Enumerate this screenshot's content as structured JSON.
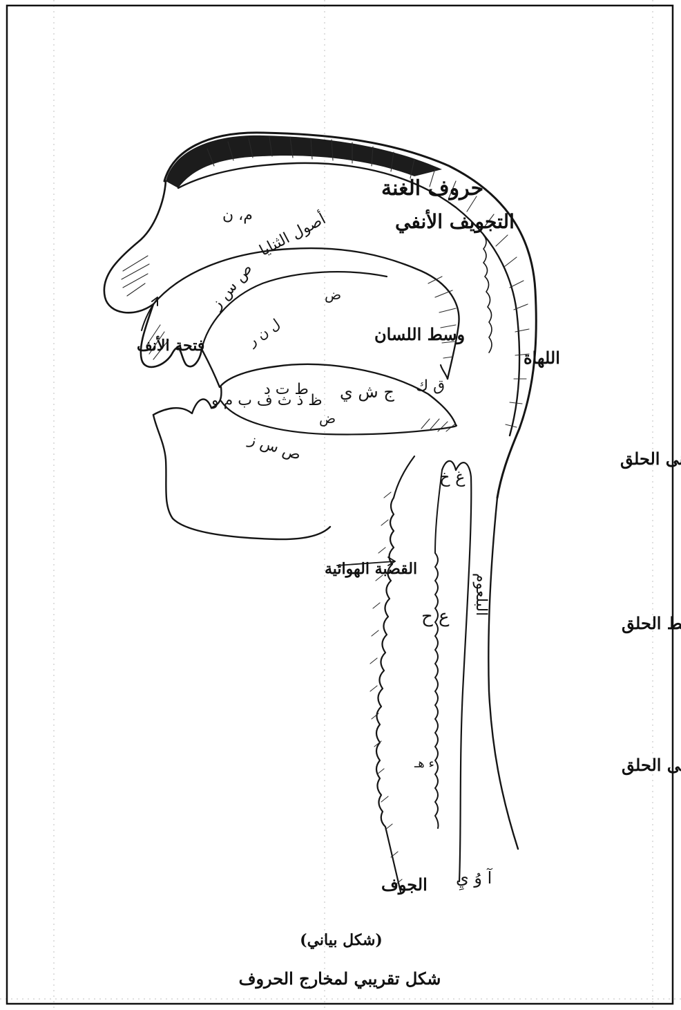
{
  "labels": {
    "ghunna_letters": "حروف الغنة",
    "nasal_cavity": "التجويف الأنفي",
    "mim_nun": "م، ن",
    "nose_opening": "فتحة الأنف",
    "incisor_roots": "أصول الثنايا",
    "sad_sin_zay_upper": "ص س ز",
    "dad_upper": "ض",
    "mid_tongue": "وسط اللسان",
    "lam_nun_ra": "ل ن ر",
    "uvula": "اللهاة",
    "lips_letters": "ظ ذ ث ف ب م و",
    "ta_ta_dal": "ط ت د",
    "jim_shin_ya": "ج ش ي",
    "qaf_kaf": "ق ك",
    "dad_lower": "ض",
    "sad_sin_zay_lower": "ص س ز",
    "throat_near": "أدنى الحلق",
    "ghayn_kha": "غ خ",
    "pharynx": "البلعوم",
    "throat_middle": "وسط الحلق",
    "ayn_ha": "ع ح",
    "trachea": "القصبة الهوائية",
    "throat_far": "أقصى الحلق",
    "hamza_ha": "ء هـ",
    "long_vowels": "آ وُ يِ",
    "jawf": "الجوف"
  },
  "caption": {
    "figure_label": "(شكل بياني)",
    "title": "شكل تقريبي لمخارج الحروف"
  },
  "colors": {
    "ink": "#151515",
    "paper": "#ffffff"
  }
}
